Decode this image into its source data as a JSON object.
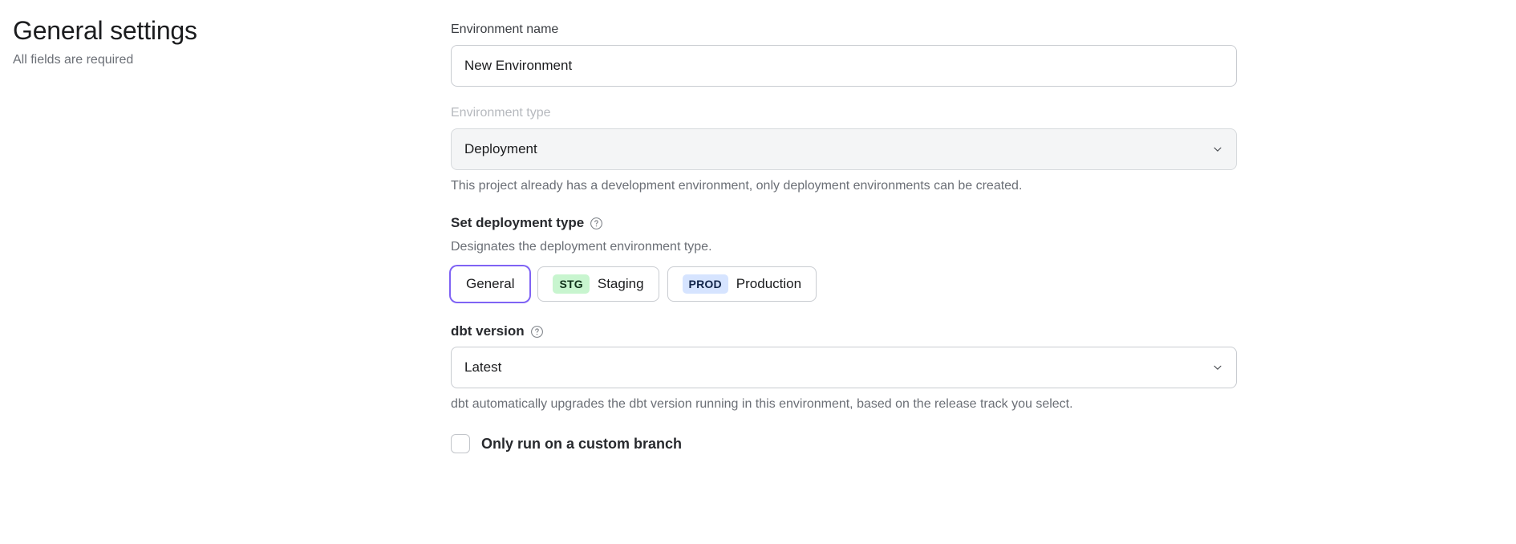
{
  "header": {
    "title": "General settings",
    "subtitle": "All fields are required"
  },
  "form": {
    "environment_name": {
      "label": "Environment name",
      "value": "New Environment",
      "placeholder": "New Environment"
    },
    "environment_type": {
      "label": "Environment type",
      "value": "Deployment",
      "disabled": true,
      "helper": "This project already has a development environment, only deployment environments can be created.",
      "chevron_icon": "chevron-down-icon"
    },
    "deployment_type": {
      "title": "Set deployment type",
      "help_icon": "help-circle-icon",
      "description": "Designates the deployment environment type.",
      "options": [
        {
          "label": "General",
          "badge": "",
          "badge_bg": "",
          "badge_color": "",
          "selected": true
        },
        {
          "label": "Staging",
          "badge": "STG",
          "badge_bg": "#c8f5cf",
          "badge_color": "#10321a",
          "selected": false
        },
        {
          "label": "Production",
          "badge": "PROD",
          "badge_bg": "#d6e4ff",
          "badge_color": "#12254a",
          "selected": false
        }
      ]
    },
    "dbt_version": {
      "title": "dbt version",
      "help_icon": "help-circle-icon",
      "value": "Latest",
      "helper": "dbt automatically upgrades the dbt version running in this environment, based on the release track you select.",
      "chevron_icon": "chevron-down-icon"
    },
    "custom_branch": {
      "label": "Only run on a custom branch",
      "checked": false
    }
  },
  "colors": {
    "focus_ring": "#7f63f4",
    "staging_badge": "#c8f5cf",
    "production_badge": "#d6e4ff",
    "border": "#c9ccd1",
    "muted_text": "#6b6f76"
  }
}
